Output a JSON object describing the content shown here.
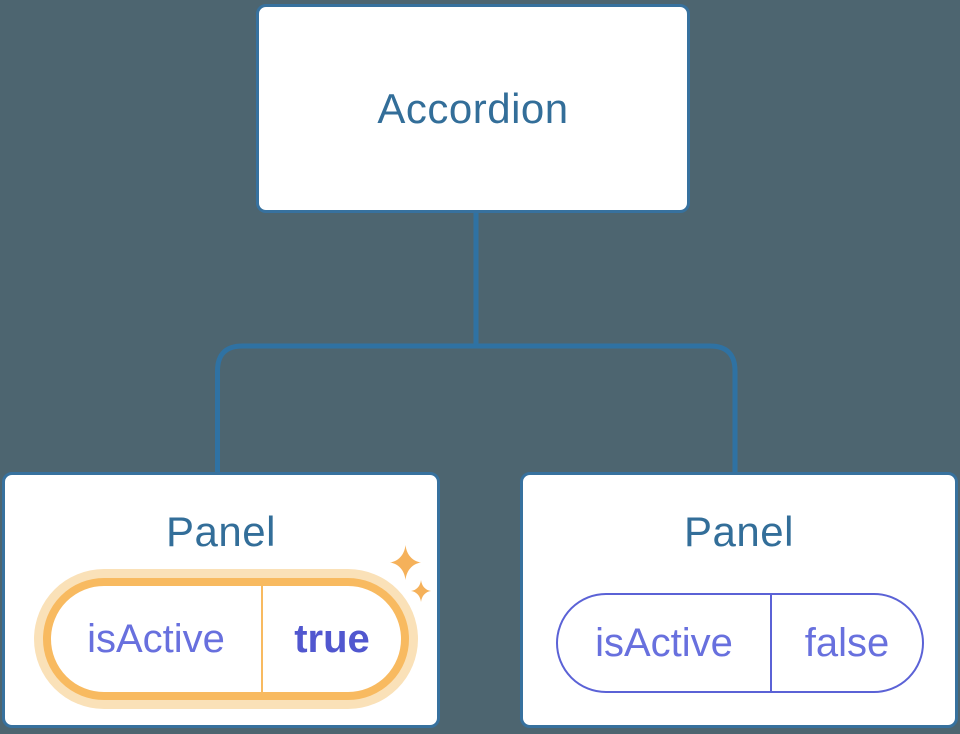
{
  "colors": {
    "background": "#4D6570",
    "node_fill": "#FFFFFF",
    "node_border": "#37719E",
    "node_text": "#336E99",
    "connector": "#2F72A3",
    "state_text": "#6870DE",
    "state_value_active": "#5157CF",
    "pill_border_active": "#F8BA60",
    "pill_glow": "#FAE1B8",
    "pill_border_inactive": "#5B62D6",
    "sparkle": "#F5B15A"
  },
  "tree": {
    "root": {
      "label": "Accordion"
    },
    "children": [
      {
        "label": "Panel",
        "state": {
          "key": "isActive",
          "value": "true",
          "active": true,
          "icon": "sparkles-icon"
        }
      },
      {
        "label": "Panel",
        "state": {
          "key": "isActive",
          "value": "false",
          "active": false
        }
      }
    ]
  }
}
